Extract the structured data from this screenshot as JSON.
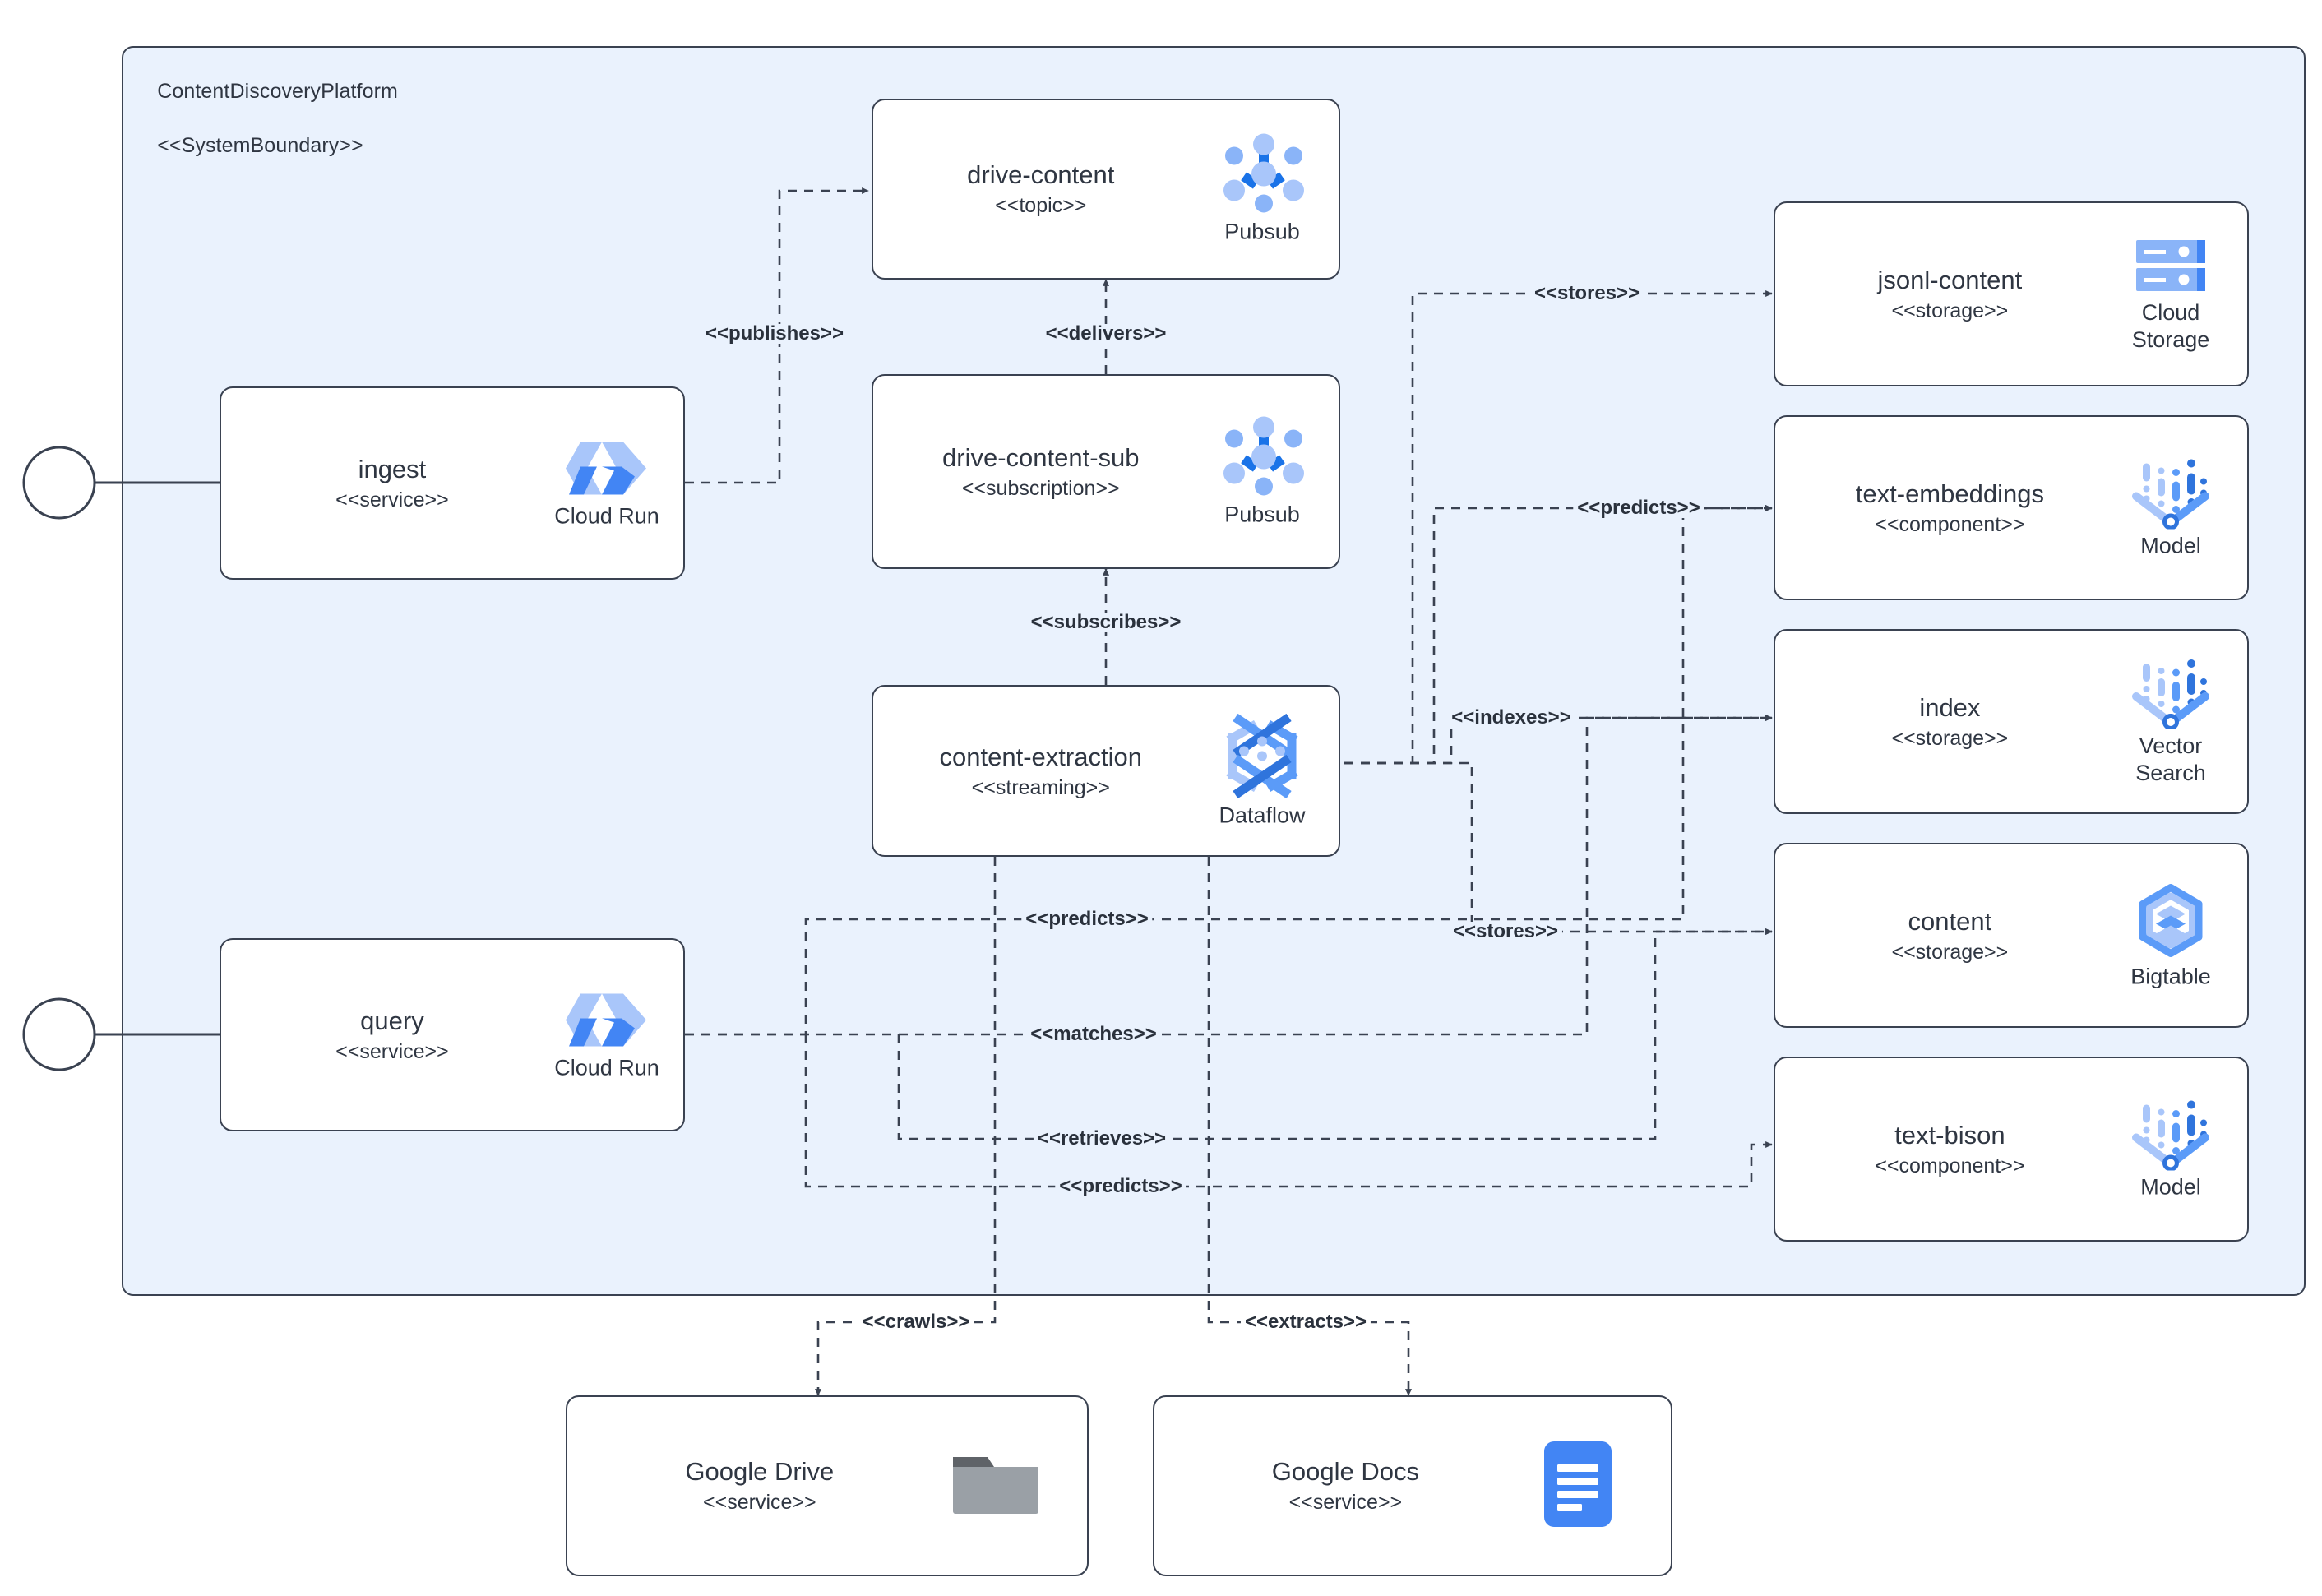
{
  "diagram": {
    "type": "architecture-component-diagram",
    "boundary": {
      "name": "ContentDiscoveryPlatform",
      "stereotype": "<<SystemBoundary>>",
      "fill": "#EAF2FD",
      "stroke": "#3A4251"
    },
    "palette": {
      "node_fill": "#FFFFFF",
      "node_stroke": "#3A4251",
      "text": "#2F3642",
      "edge": "#3A4251",
      "google_blue": "#4285F4",
      "google_blue_light": "#A9C6FA",
      "drive_grey": "#9AA0A6",
      "drive_grey_dark": "#5F6368",
      "docs_blue": "#4285F4"
    },
    "nodes": [
      {
        "id": "ingest",
        "name": "ingest",
        "stereotype": "<<service>>",
        "tech": "Cloud Run",
        "icon": "cloud-run-icon"
      },
      {
        "id": "query",
        "name": "query",
        "stereotype": "<<service>>",
        "tech": "Cloud Run",
        "icon": "cloud-run-icon"
      },
      {
        "id": "drive-content",
        "name": "drive-content",
        "stereotype": "<<topic>>",
        "tech": "Pubsub",
        "icon": "pubsub-icon"
      },
      {
        "id": "drive-content-sub",
        "name": "drive-content-sub",
        "stereotype": "<<subscription>>",
        "tech": "Pubsub",
        "icon": "pubsub-icon"
      },
      {
        "id": "content-extraction",
        "name": "content-extraction",
        "stereotype": "<<streaming>>",
        "tech": "Dataflow",
        "icon": "dataflow-icon"
      },
      {
        "id": "jsonl-content",
        "name": "jsonl-content",
        "stereotype": "<<storage>>",
        "tech": "Cloud Storage",
        "icon": "cloud-storage-icon"
      },
      {
        "id": "text-embeddings",
        "name": "text-embeddings",
        "stereotype": "<<component>>",
        "tech": "Model",
        "icon": "vertex-model-icon"
      },
      {
        "id": "index",
        "name": "index",
        "stereotype": "<<storage>>",
        "tech": "Vector Search",
        "icon": "vertex-model-icon"
      },
      {
        "id": "content",
        "name": "content",
        "stereotype": "<<storage>>",
        "tech": "Bigtable",
        "icon": "bigtable-icon"
      },
      {
        "id": "text-bison",
        "name": "text-bison",
        "stereotype": "<<component>>",
        "tech": "Model",
        "icon": "vertex-model-icon"
      },
      {
        "id": "google-drive",
        "name": "Google Drive",
        "stereotype": "<<service>>",
        "tech": "",
        "icon": "drive-folder-icon"
      },
      {
        "id": "google-docs",
        "name": "Google Docs",
        "stereotype": "<<service>>",
        "tech": "",
        "icon": "google-docs-icon"
      }
    ],
    "actors": [
      {
        "id": "actor-ingest",
        "target": "ingest"
      },
      {
        "id": "actor-query",
        "target": "query"
      }
    ],
    "edges": [
      {
        "id": "e-publishes",
        "label": "<<publishes>>",
        "from": "ingest",
        "to": "drive-content"
      },
      {
        "id": "e-delivers",
        "label": "<<delivers>>",
        "from": "drive-content-sub",
        "to": "drive-content"
      },
      {
        "id": "e-subscribes",
        "label": "<<subscribes>>",
        "from": "content-extraction",
        "to": "drive-content-sub"
      },
      {
        "id": "e-stores-gcs",
        "label": "<<stores>>",
        "from": "content-extraction",
        "to": "jsonl-content"
      },
      {
        "id": "e-predicts-emb",
        "label": "<<predicts>>",
        "from": "content-extraction",
        "to": "text-embeddings"
      },
      {
        "id": "e-indexes",
        "label": "<<indexes>>",
        "from": "content-extraction",
        "to": "index"
      },
      {
        "id": "e-stores-bt",
        "label": "<<stores>>",
        "from": "content-extraction",
        "to": "content"
      },
      {
        "id": "e-predicts-q",
        "label": "<<predicts>>",
        "from": "query",
        "to": "text-embeddings"
      },
      {
        "id": "e-matches",
        "label": "<<matches>>",
        "from": "query",
        "to": "index"
      },
      {
        "id": "e-retrieves",
        "label": "<<retrieves>>",
        "from": "query",
        "to": "content"
      },
      {
        "id": "e-predicts-tb",
        "label": "<<predicts>>",
        "from": "query",
        "to": "text-bison"
      },
      {
        "id": "e-crawls",
        "label": "<<crawls>>",
        "from": "content-extraction",
        "to": "google-drive"
      },
      {
        "id": "e-extracts",
        "label": "<<extracts>>",
        "from": "content-extraction",
        "to": "google-docs"
      }
    ]
  }
}
